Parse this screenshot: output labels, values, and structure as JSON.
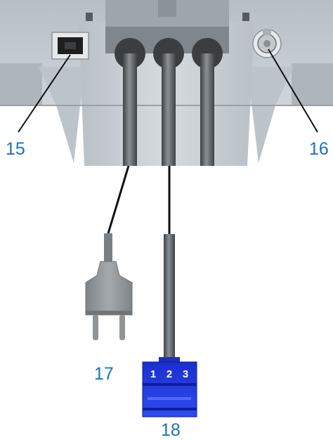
{
  "callouts": {
    "lan_port": "15",
    "antenna_socket": "16",
    "power_plug": "17",
    "terminal_block": "18"
  },
  "terminal_block": {
    "pin_1": "1",
    "pin_2": "2",
    "pin_3": "3"
  },
  "colors": {
    "housing": "#c4cbd1",
    "cable": "#5a5f63",
    "terminal_block": "#1e36d6",
    "callout_text": "#1a73b8"
  }
}
